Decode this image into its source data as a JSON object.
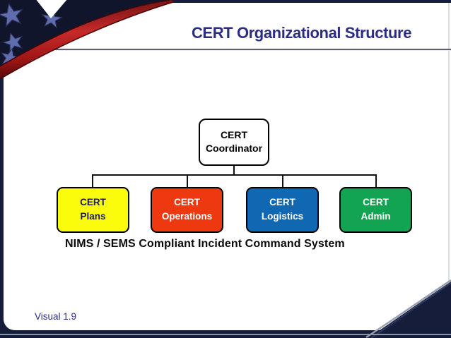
{
  "slide": {
    "title": "CERT Organizational Structure",
    "caption": "NIMS / SEMS Compliant Incident Command System",
    "footer": "Visual 1.9"
  },
  "org_chart": {
    "type": "org-tree",
    "root": {
      "line1": "CERT",
      "line2": "Coordinator",
      "fill": "#ffffff",
      "text_color": "#000000"
    },
    "departments": [
      {
        "line1": "CERT",
        "line2": "Plans",
        "fill": "#fbfb0c",
        "text_color": "#1b1b5e"
      },
      {
        "line1": "CERT",
        "line2": "Operations",
        "fill": "#ee3910",
        "text_color": "#ffffff"
      },
      {
        "line1": "CERT",
        "line2": "Logistics",
        "fill": "#1168b2",
        "text_color": "#ffffff"
      },
      {
        "line1": "CERT",
        "line2": "Admin",
        "fill": "#12a452",
        "text_color": "#ffffff"
      }
    ]
  },
  "colors": {
    "title_text": "#2b2d80",
    "footer_text": "#2b2d80",
    "frame_navy": "#161d3a",
    "accent_red": "#b51f1f",
    "star_blue": "#5f6cae"
  }
}
